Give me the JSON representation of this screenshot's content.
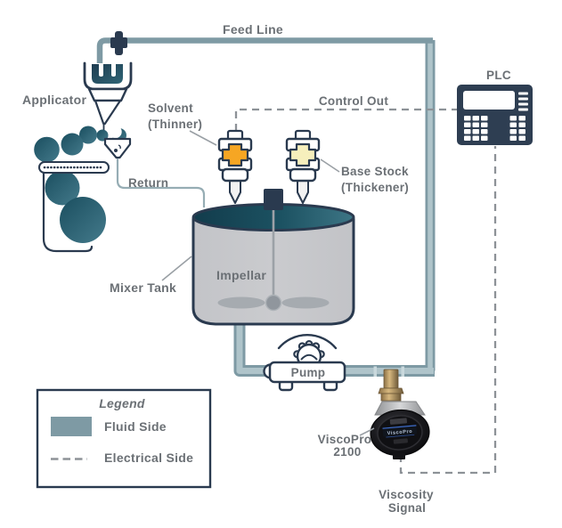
{
  "labels": {
    "feed_line": "Feed Line",
    "applicator": "Applicator",
    "solvent_line1": "Solvent",
    "solvent_line2": "(Thinner)",
    "return_line": "Return",
    "control_out": "Control Out",
    "base_stock_line1": "Base Stock",
    "base_stock_line2": "(Thickener)",
    "plc": "PLC",
    "mixer_tank": "Mixer Tank",
    "impeller": "Impellar",
    "pump": "Pump",
    "sensor_line1": "ViscoPro",
    "sensor_line2": "2100",
    "signal_line1": "Viscosity",
    "signal_line2": "Signal",
    "sensor_face_text": "ViscoPro"
  },
  "legend": {
    "title": "Legend",
    "fluid_label": "Fluid Side",
    "electrical_label": "Electrical Side"
  },
  "colors": {
    "fluid_side": "#7E9AA4",
    "fluid_light": "#AFC4CA",
    "electrical_side": "#8D9297",
    "outline_navy": "#2A3A4F",
    "label_text": "#6B7075",
    "solvent_valve_accent": "#F6A623",
    "base_stock_valve_accent": "#F6EFBC",
    "tank_body": "#C7C8CB",
    "tank_top_dark": "#123C4C",
    "tank_top_light": "#33707F"
  }
}
